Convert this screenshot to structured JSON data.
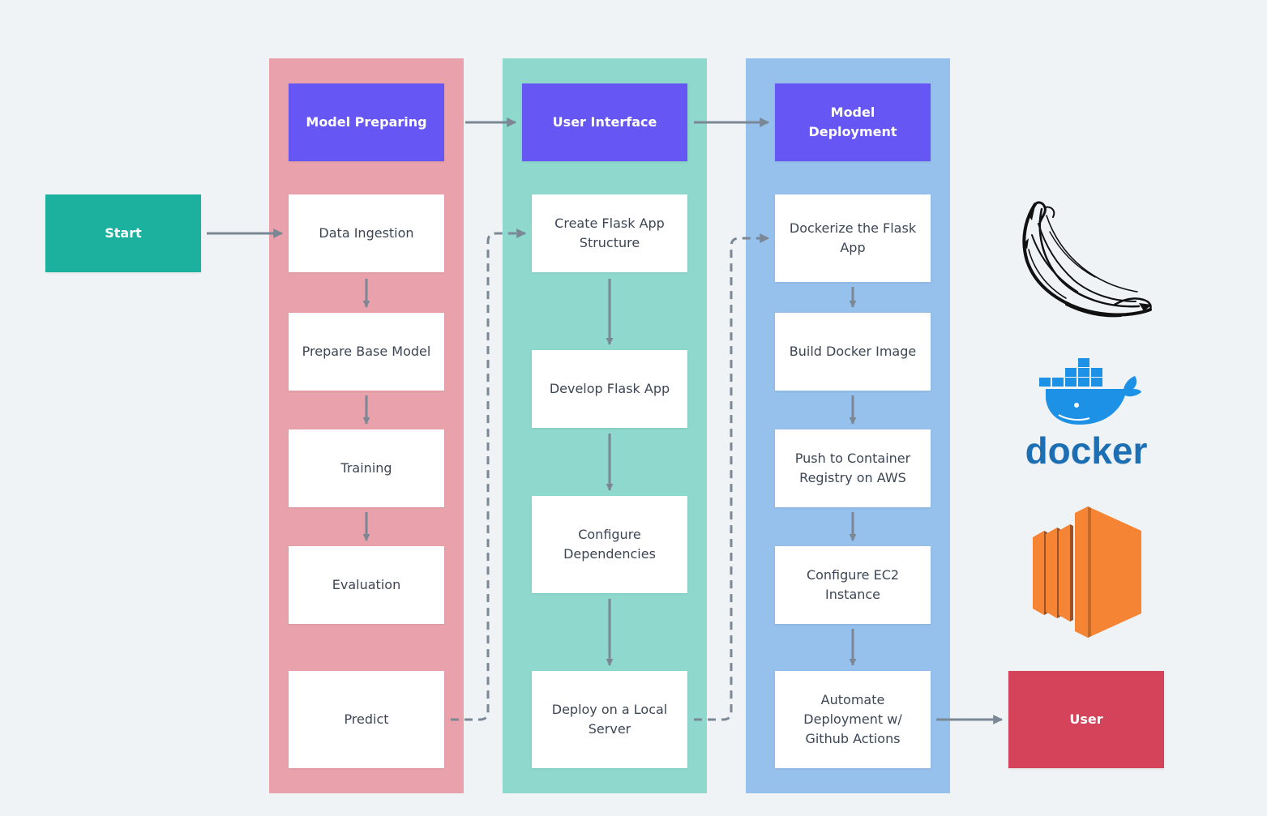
{
  "lanes": {
    "prep": {
      "header": "Model Preparing",
      "steps": [
        "Data Ingestion",
        "Prepare Base Model",
        "Training",
        "Evaluation",
        "Predict"
      ]
    },
    "ui": {
      "header": "User Interface",
      "steps": [
        "Create Flask App Structure",
        "Develop Flask App",
        "Configure Dependencies",
        "Deploy on a Local Server"
      ]
    },
    "deploy": {
      "header": "Model Deployment",
      "steps": [
        "Dockerize the Flask App",
        "Build Docker Image",
        "Push to Container Registry on AWS",
        "Configure EC2 Instance",
        "Automate Deployment w/ Github Actions"
      ]
    }
  },
  "terminals": {
    "start": "Start",
    "user": "User"
  },
  "logos": {
    "docker_text": "docker"
  },
  "colors": {
    "background": "#eff3f6",
    "lane_prep": "#e9a2ab",
    "lane_ui": "#8fd8ce",
    "lane_deploy": "#96c1ec",
    "header": "#6657f5",
    "start": "#1cb09e",
    "user": "#d4435a",
    "connector": "#7b8794",
    "docker_blue": "#1d91e6",
    "aws_orange": "#f58534"
  }
}
